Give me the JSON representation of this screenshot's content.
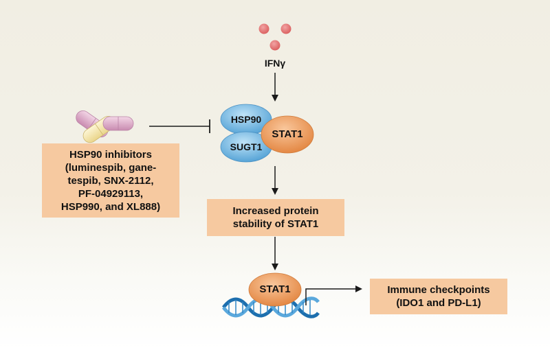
{
  "ligand": {
    "label": "IFNγ"
  },
  "complex": {
    "hsp90": "HSP90",
    "sugt1": "SUGT1",
    "stat1": "STAT1"
  },
  "inhibitor_box": {
    "text": "HSP90 inhibitors\n(luminespib, gane-\ntespib, SNX-2112,\nPF-04929113,\nHSP990, and XL888)"
  },
  "stability_box": {
    "text": "Increased protein\nstability of STAT1"
  },
  "dna_stat1": {
    "label": "STAT1"
  },
  "checkpoint_box": {
    "text": "Immune checkpoints\n(IDO1 and PD-L1)"
  },
  "colors": {
    "ifn_dots": "#e06a6a",
    "hsp90_oval": "#6fb6e0",
    "stat1_oval": "#eb9655",
    "box_fill": "#f6c9a0",
    "dna_blue": "#1f7fc1",
    "pill_pink": "#d8a0c0",
    "pill_yellow": "#f4e6a6"
  }
}
